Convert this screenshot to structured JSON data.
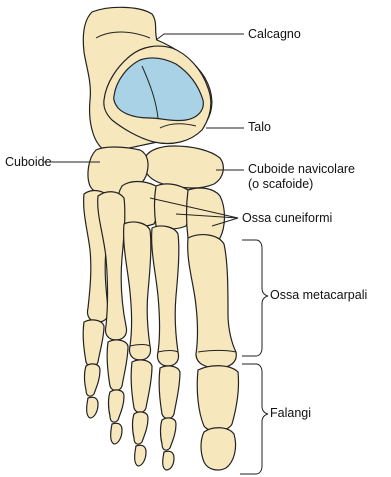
{
  "labels": {
    "calcagno": "Calcagno",
    "talo": "Talo",
    "cuboide": "Cuboide",
    "navicolare_line1": "Cuboide navicolare",
    "navicolare_line2": "(o scafoide)",
    "cuneiformi": "Ossa cuneiformi",
    "metacarpali": "Ossa metacarpali",
    "falangi": "Falangi"
  },
  "colors": {
    "bone": "#f7e7bd",
    "talus_dome": "#a9d2e6",
    "outline": "#222222"
  }
}
